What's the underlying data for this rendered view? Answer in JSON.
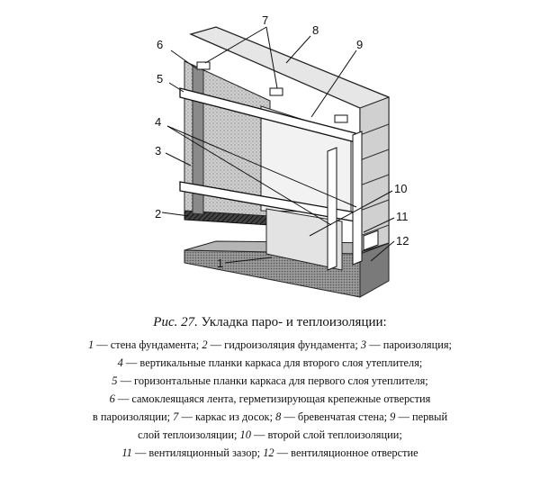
{
  "figure": {
    "callouts": [
      "7",
      "8",
      "6",
      "9",
      "5",
      "4",
      "3",
      "10",
      "2",
      "11",
      "12",
      "1"
    ]
  },
  "caption": {
    "title_prefix": "Рис. 27.",
    "title": "Укладка паро- и теплоизоляции:",
    "lines": [
      [
        [
          "1",
          " — стена фундамента; "
        ],
        [
          "2",
          " — гидроизоляция фундамента; "
        ],
        [
          "3",
          " — пароизоляция;"
        ]
      ],
      [
        [
          "4",
          " — вертикальные планки каркаса для второго слоя утеплителя;"
        ]
      ],
      [
        [
          "5",
          " — горизонтальные планки каркаса для первого слоя утеплителя;"
        ]
      ],
      [
        [
          "6",
          " — самоклеящаяся лента, герметизирующая крепежные отверстия"
        ]
      ],
      [
        [
          "",
          "в пароизоляции; "
        ],
        [
          "7",
          " — каркас из досок; "
        ],
        [
          "8",
          " — бревенчатая стена; "
        ],
        [
          "9",
          " — первый"
        ]
      ],
      [
        [
          "",
          "слой теплоизоляции; "
        ],
        [
          "10",
          " — второй слой теплоизоляции;"
        ]
      ],
      [
        [
          "11",
          " — вентиляционный зазор; "
        ],
        [
          "12",
          " — вентиляционное отверстие"
        ]
      ]
    ]
  }
}
